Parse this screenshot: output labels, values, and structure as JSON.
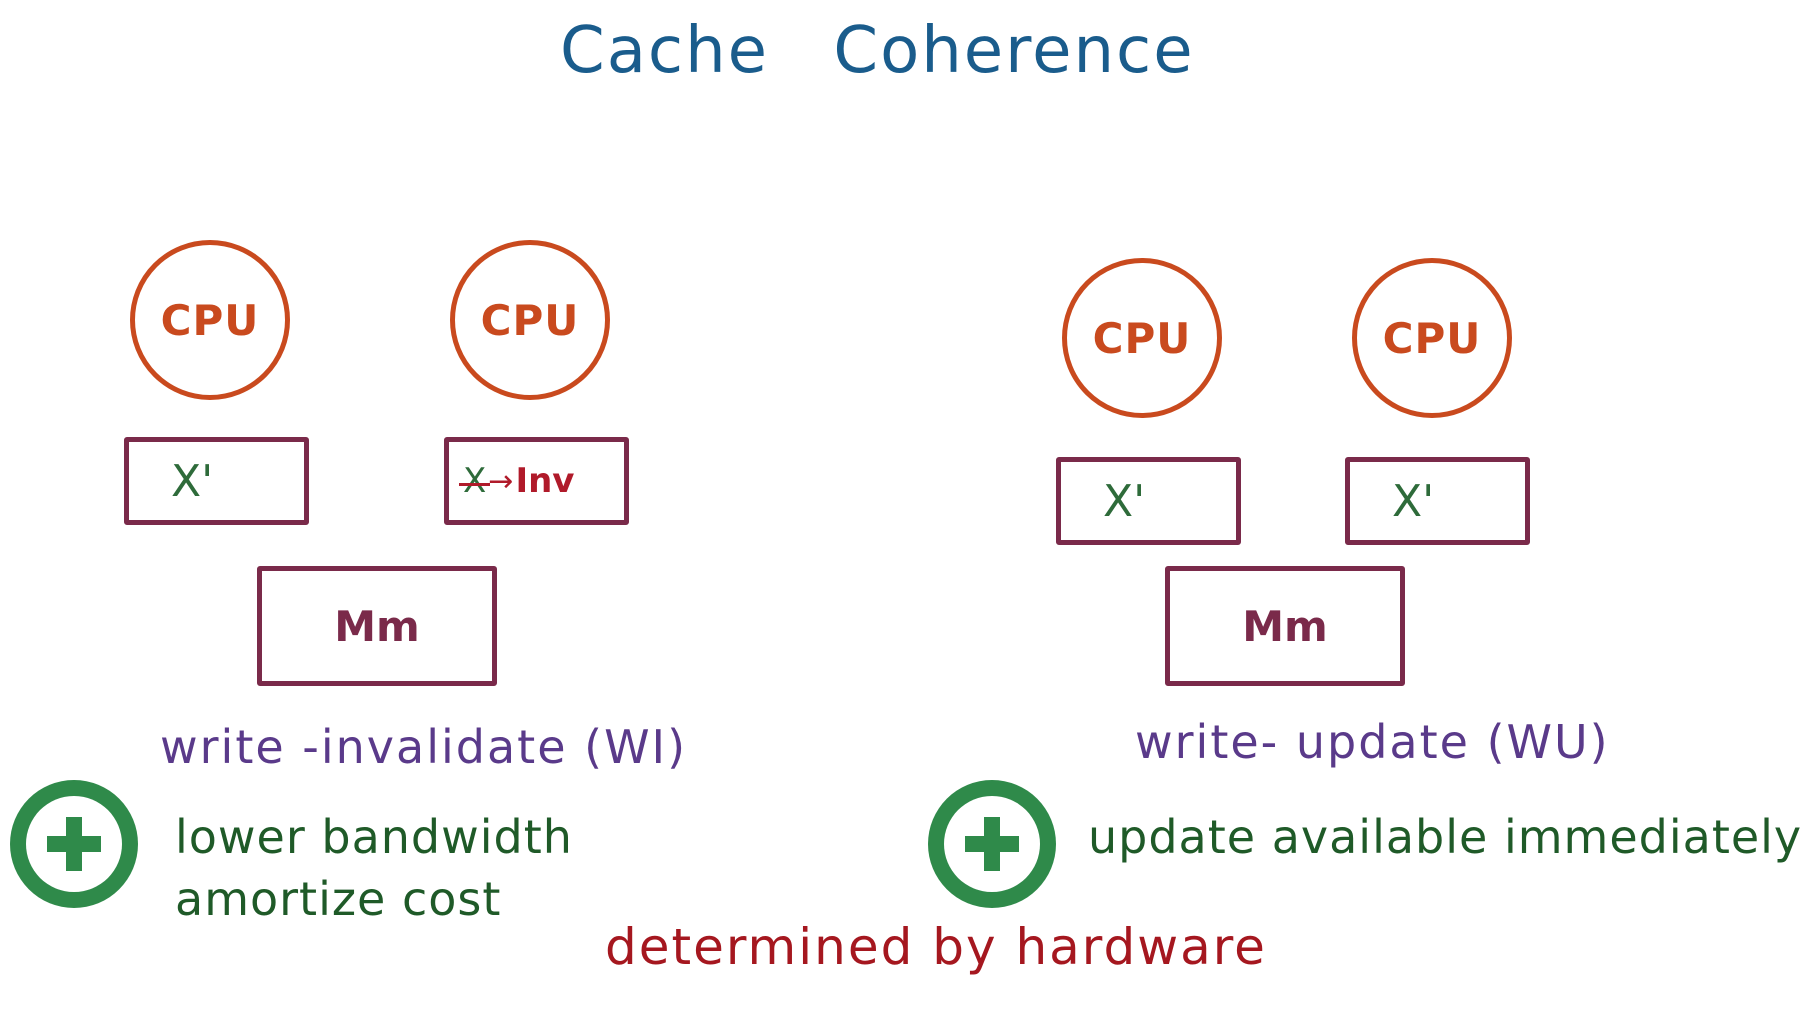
{
  "title": "Cache Coherence",
  "left": {
    "cpu1": "CPU",
    "cpu2": "CPU",
    "cache1": "X'",
    "cache2_struck": "X",
    "cache2_inv": "Inv",
    "memory": "Mm",
    "protocol": "write -invalidate (WI)",
    "pros": [
      "lower bandwidth",
      "amortize cost"
    ]
  },
  "right": {
    "cpu1": "CPU",
    "cpu2": "CPU",
    "cache1": "X'",
    "cache2": "X'",
    "memory": "Mm",
    "protocol": "write- update (WU)",
    "pros": [
      "update available immediately"
    ]
  },
  "footer": "determined by hardware",
  "colors": {
    "title": "#1a5c8c",
    "cpu": "#c94a1e",
    "box": "#7a2a4a",
    "cache_value": "#2e6b3a",
    "protocol": "#5a3a8a",
    "plus": "#2f8a4a",
    "pros": "#1f5a28",
    "footer": "#a5171f"
  },
  "icons": {
    "plus": "plus-icon",
    "arrow": "arrow-right-icon"
  }
}
